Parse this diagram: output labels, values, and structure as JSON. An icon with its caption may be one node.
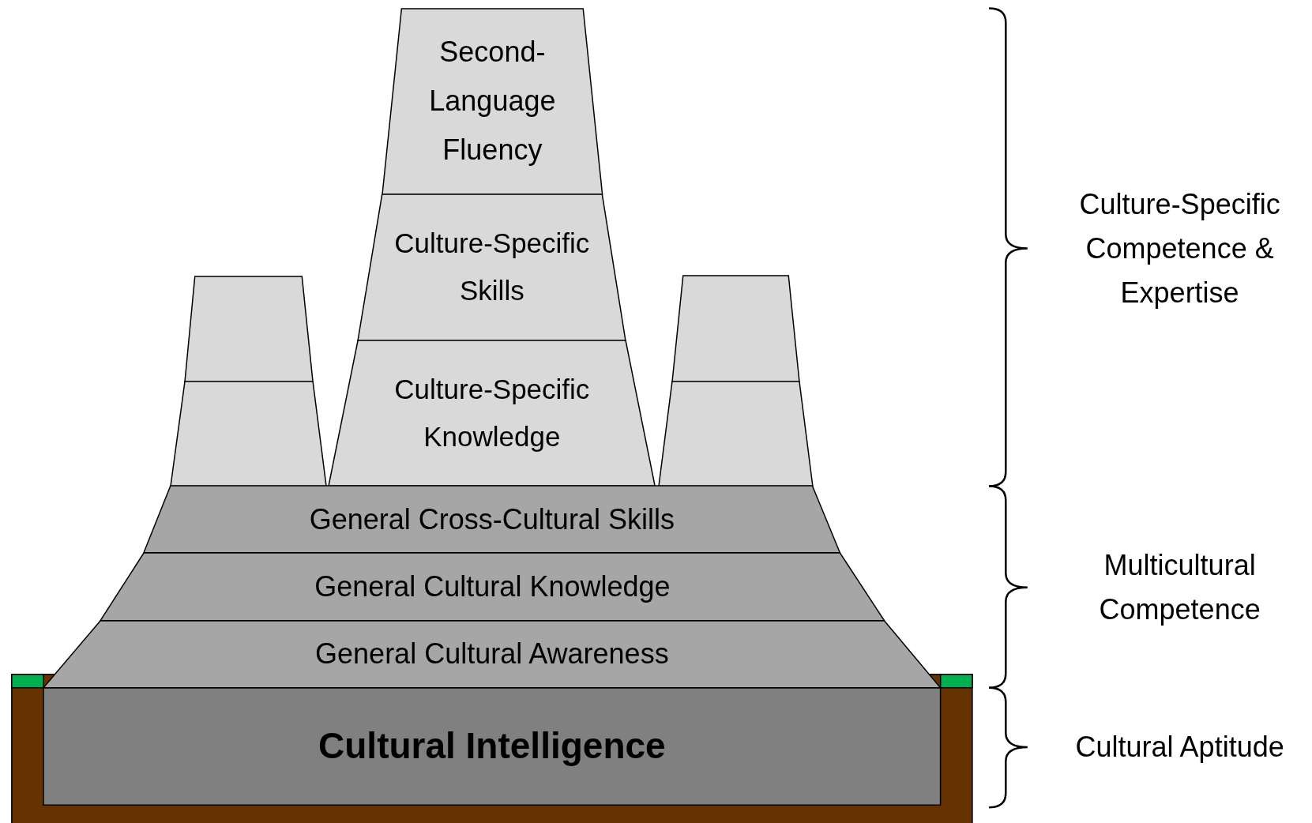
{
  "diagram": {
    "nodes": [
      {
        "text": [
          "Second-Language Fluency"
        ]
      },
      {
        "text": [
          "Culture-Specific Skills"
        ]
      },
      {
        "text": [
          "Culture-Specific Knowledge"
        ]
      },
      {
        "text": [],
        "shape": "box"
      },
      {
        "text": [],
        "shape": "box"
      },
      {
        "text": [],
        "shape": "box"
      },
      {
        "text": [],
        "shape": "box"
      },
      {
        "text": [
          "General Cross-Cultural Skills"
        ]
      },
      {
        "text": [
          "General Cultural Knowledge"
        ]
      },
      {
        "text": [
          "General Cultural Awareness"
        ]
      },
      {
        "text": [
          "Cultural Intelligence"
        ]
      }
    ],
    "labels": [
      "Culture-Specific Competence & Expertise",
      "Multicultural Competence",
      "Cultural Aptitude"
    ]
  }
}
